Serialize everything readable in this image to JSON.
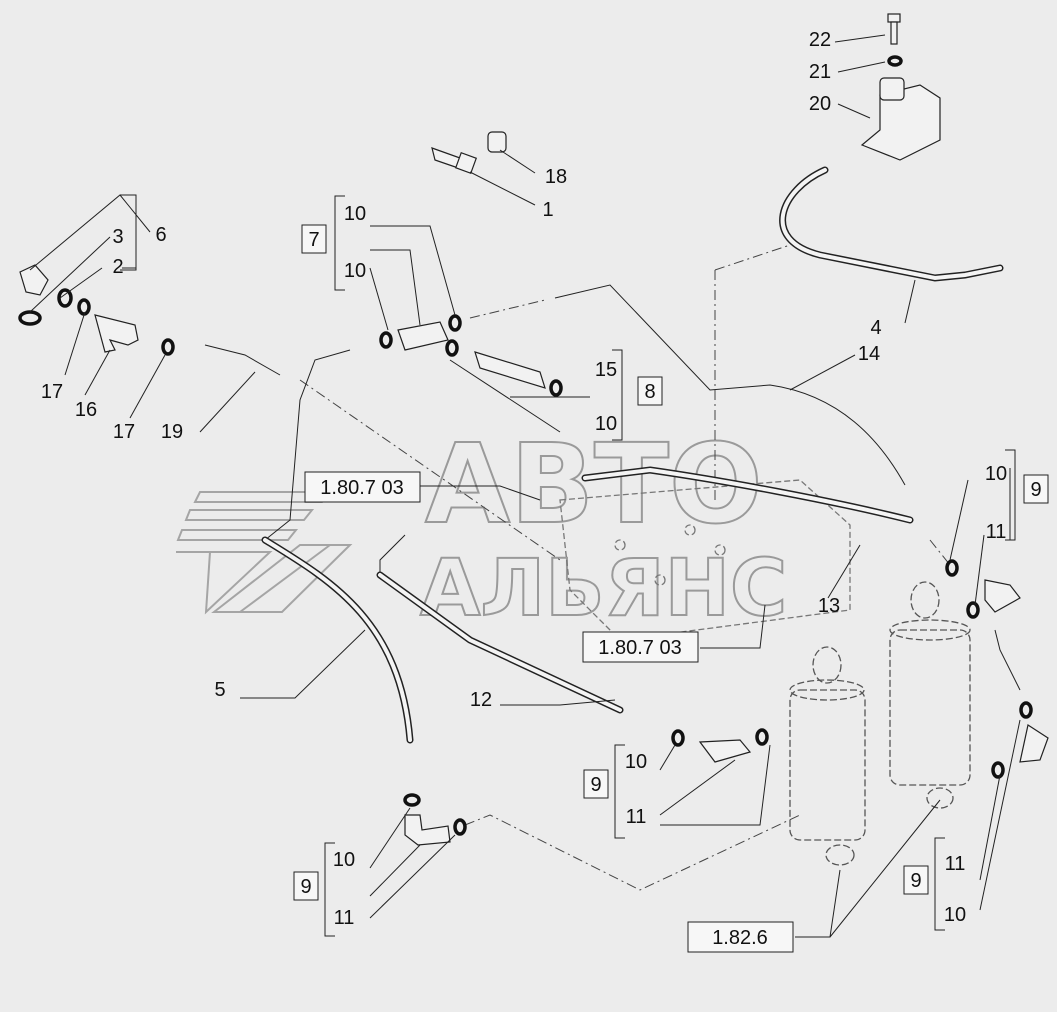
{
  "diagram": {
    "watermark": {
      "line1": "АВТО",
      "line2": "АЛЬЯНС"
    },
    "refs": {
      "ref_top": "1.80.7 03",
      "ref_mid": "1.80.7 03",
      "ref_bottom": "1.82.6"
    },
    "kits": {
      "k7": "7",
      "k8": "8",
      "k9_right": "9",
      "k9_mid": "9",
      "k9_left": "9",
      "k9_lower_right": "9"
    },
    "labels": {
      "l22": "22",
      "l21": "21",
      "l20": "20",
      "l18": "18",
      "l1": "1",
      "l6": "6",
      "l3": "3",
      "l2": "2",
      "l17a": "17",
      "l16": "16",
      "l17b": "17",
      "l19": "19",
      "l10_k7a": "10",
      "l10_k7b": "10",
      "l15": "15",
      "l10_k8": "10",
      "l4": "4",
      "l14": "14",
      "l13": "13",
      "l10_r": "10",
      "l11_r": "11",
      "l5": "5",
      "l12": "12",
      "l10_m": "10",
      "l11_m": "11",
      "l10_l": "10",
      "l11_l": "11",
      "l11_lr": "11",
      "l10_lr": "10"
    }
  }
}
